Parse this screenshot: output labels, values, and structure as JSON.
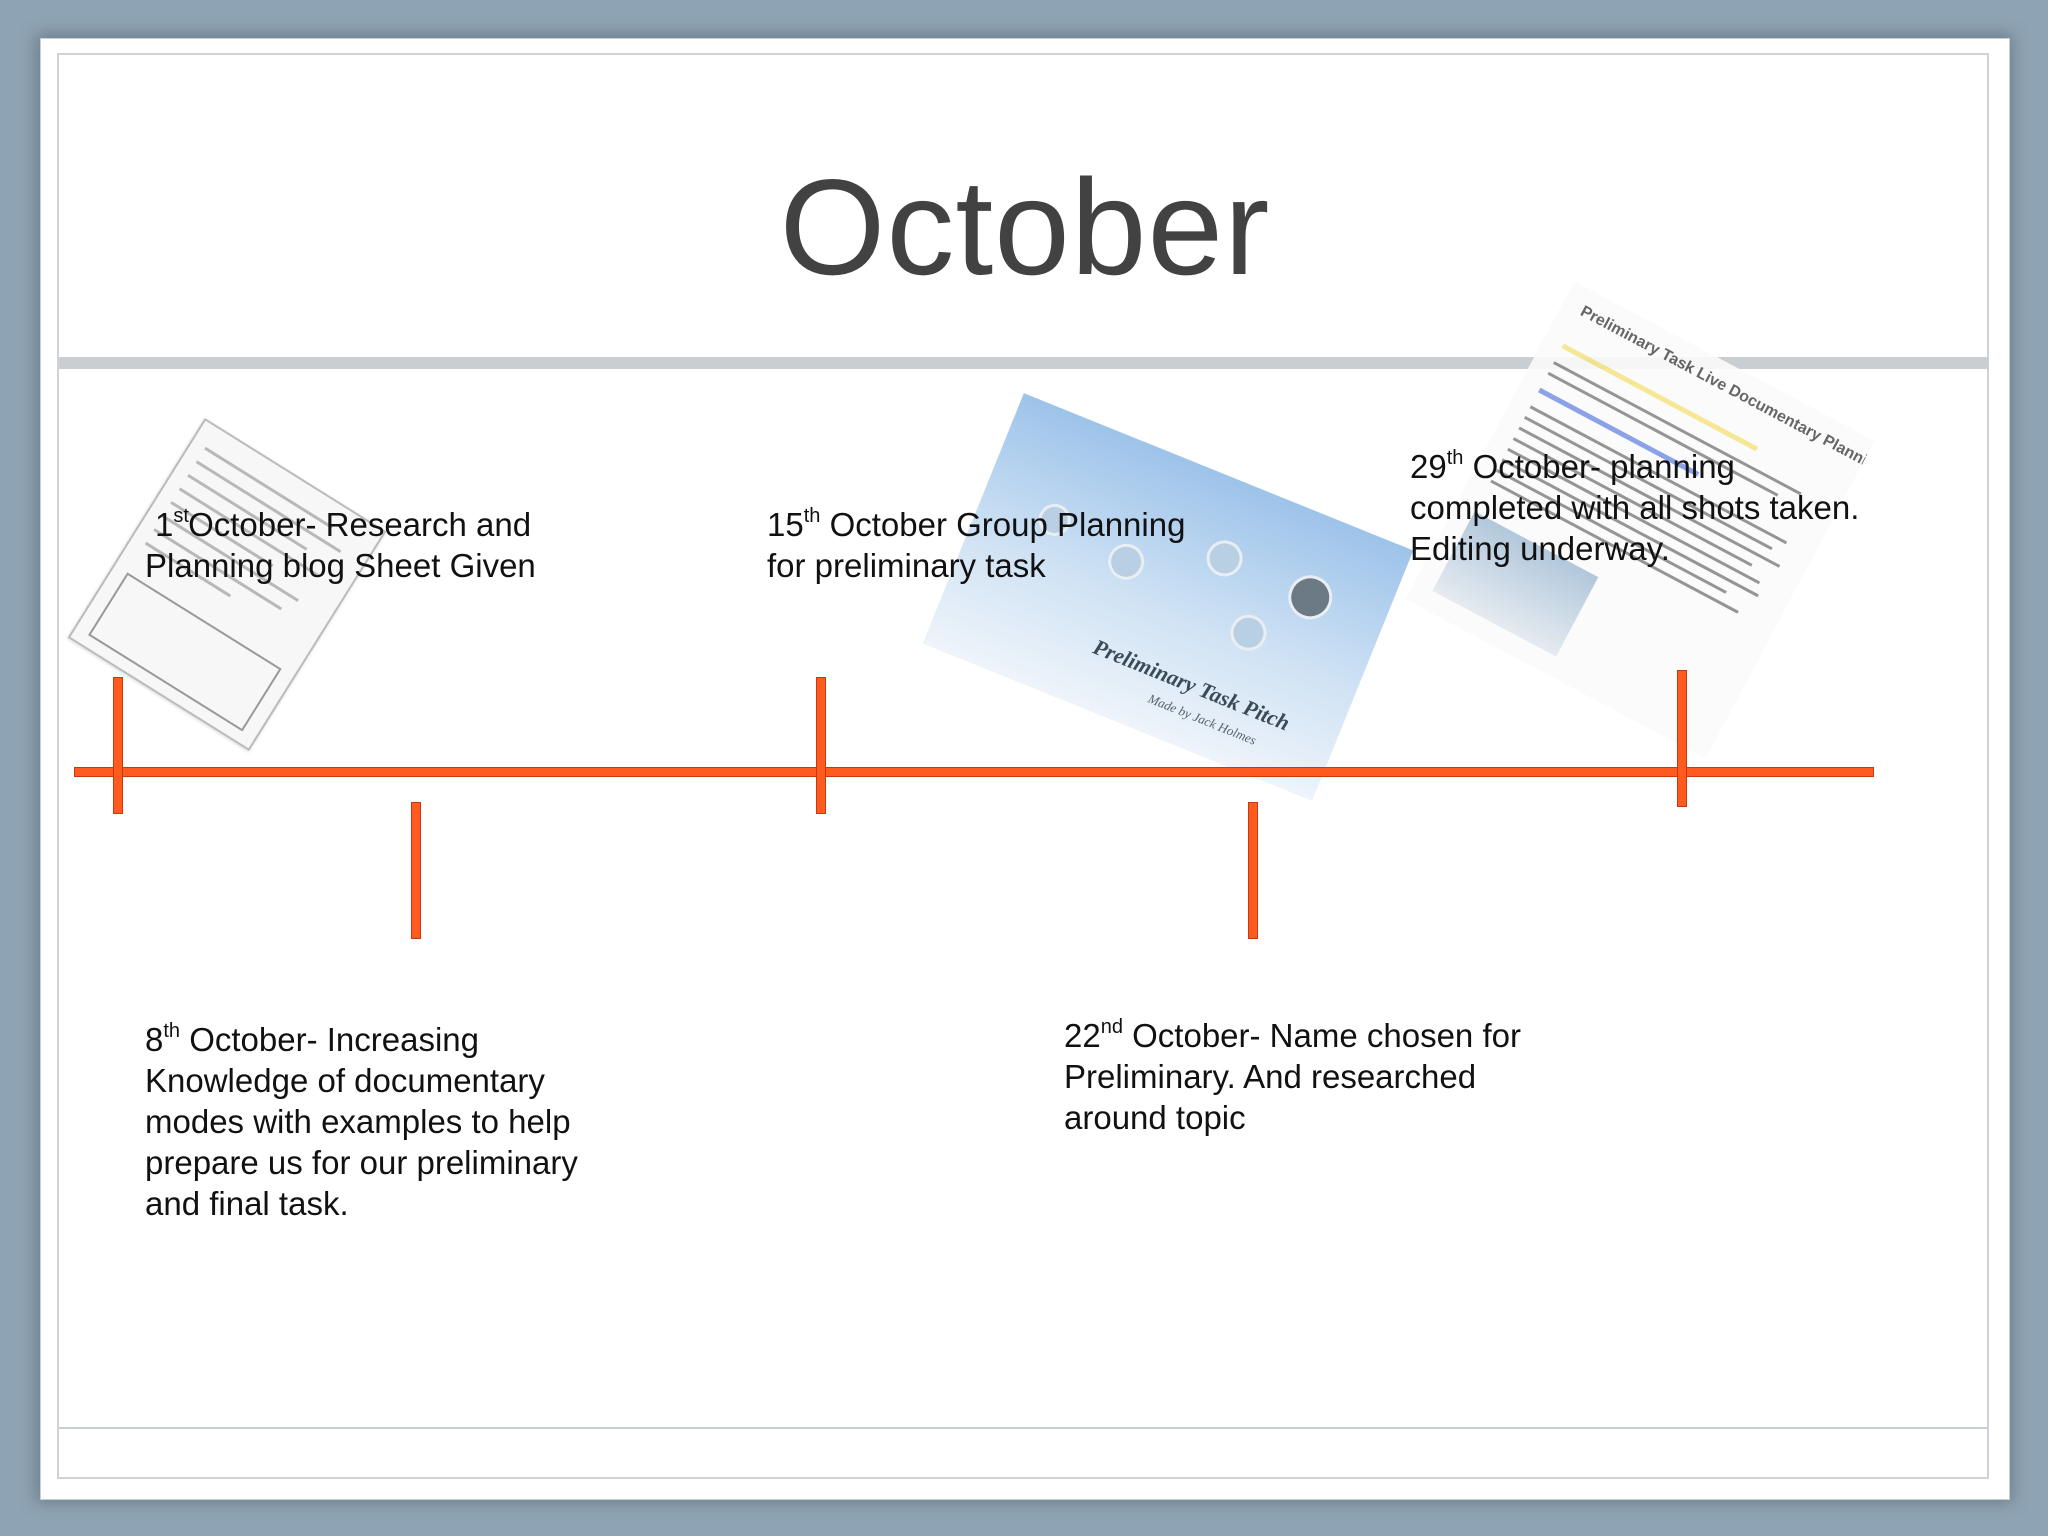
{
  "slide": {
    "title": "October"
  },
  "events": [
    {
      "day": "1",
      "suffix": "st",
      "text": " October- Research and\nPlanning blog Sheet Given"
    },
    {
      "day": "15",
      "suffix": "th",
      "text": " October Group Planning\nfor preliminary task"
    },
    {
      "day": "29",
      "suffix": "th",
      "text": " October- planning\ncompleted with all shots taken.\nEditing underway."
    },
    {
      "day": "8",
      "suffix": "th",
      "text": " October- Increasing\nKnowledge of documentary\nmodes with examples to help\nprepare us for our preliminary\nand final task."
    },
    {
      "day": "22",
      "suffix": "nd",
      "text": " October- Name chosen for\nPreliminary. And researched\naround topic"
    }
  ],
  "thumbnails": {
    "prezi_caption": "Preliminary Task Pitch",
    "prezi_subcaption": "Made by Jack Holmes",
    "doc_header": "Preliminary Task Live Documentary Planning Research"
  },
  "colors": {
    "timeline": "#ff5a1f",
    "timeline_border": "#c8380a",
    "title": "#424242",
    "background": "#8ea3b3"
  }
}
